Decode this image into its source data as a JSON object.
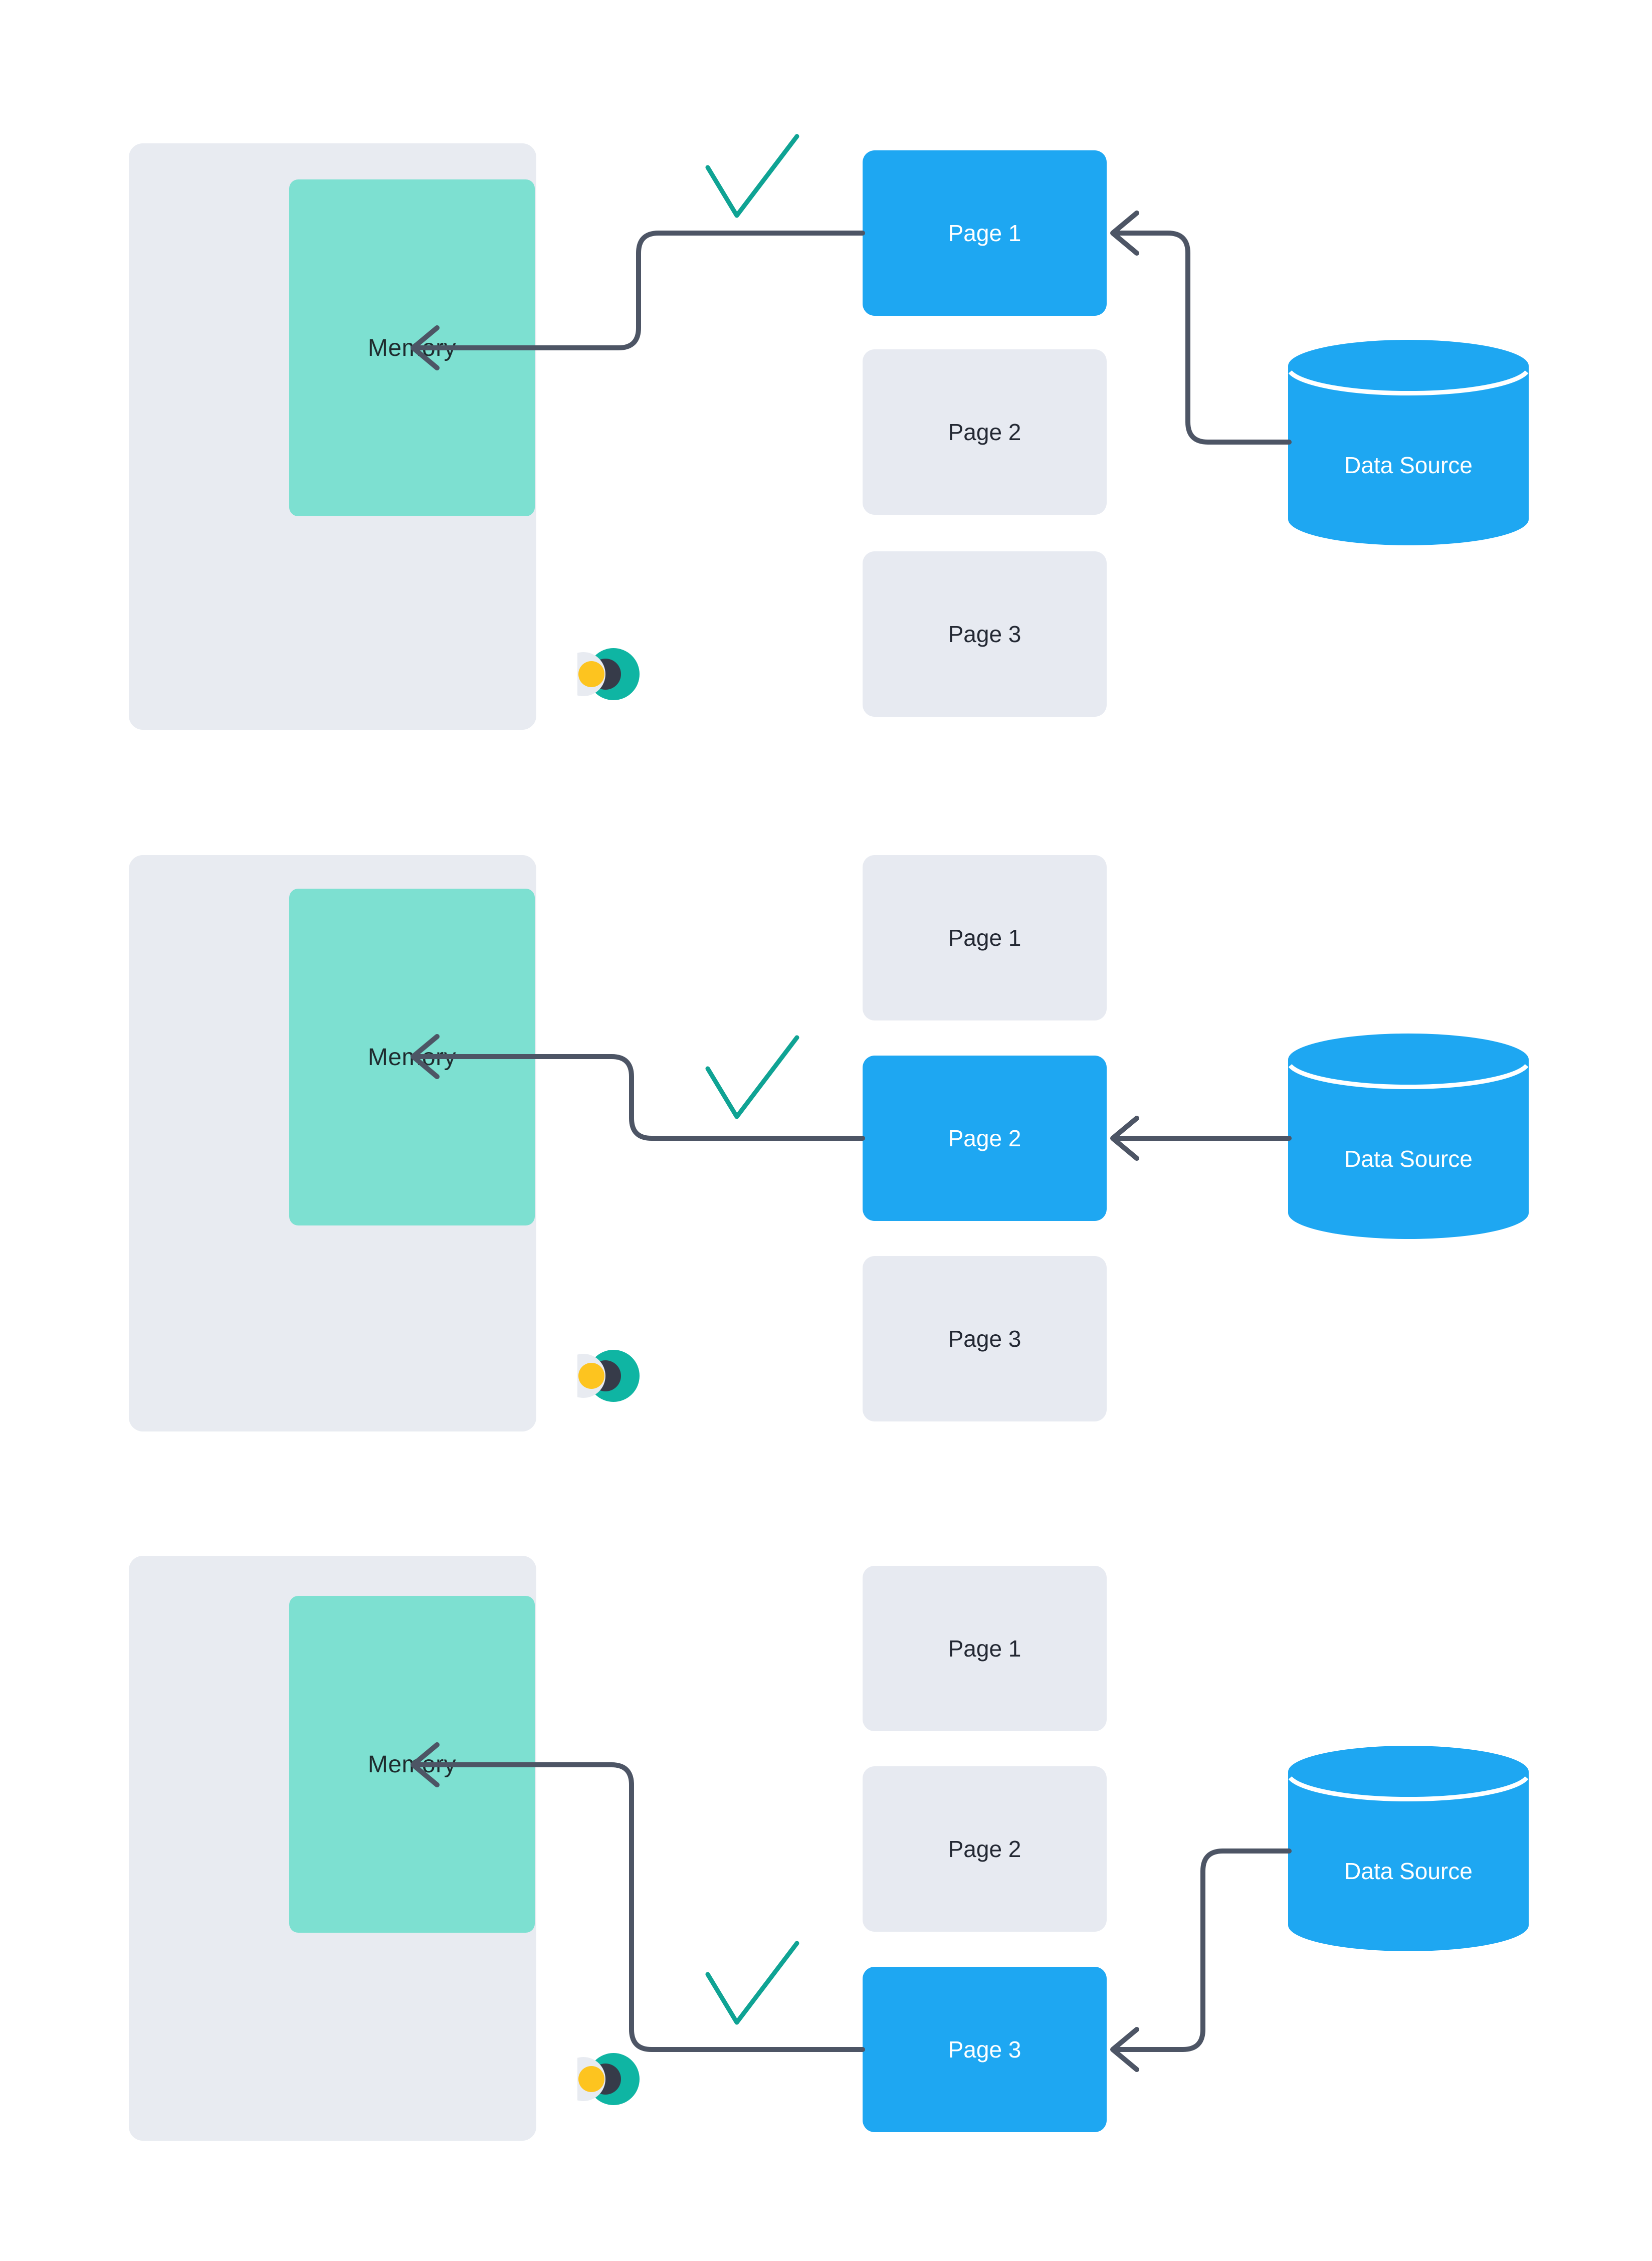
{
  "colors": {
    "background": "#FFFFFF",
    "panel_gray": "#E8EBF1",
    "page_gray": "#E7EAF1",
    "active_blue": "#1EA7F2",
    "memory_teal": "#7DE0D1",
    "checkmark_teal": "#0FA394",
    "connector_slate": "#4D5565",
    "logo_teal": "#0FB5A3",
    "logo_navy": "#363B49",
    "logo_yellow": "#FDC41F",
    "label_dark": "#232833",
    "label_white": "#FFFFFF"
  },
  "icons": {
    "logo": "crescent-moon-logo",
    "check": "checkmark",
    "arrowhead": "left-chevron-arrow",
    "datasource_shape": "database-cylinder"
  },
  "rows": [
    {
      "memory_label": "Memory",
      "datasource_label": "Data Source",
      "active_page": "Page 1",
      "pages": [
        {
          "label": "Page 1",
          "active": true
        },
        {
          "label": "Page 2",
          "active": false
        },
        {
          "label": "Page 3",
          "active": false
        }
      ]
    },
    {
      "memory_label": "Memory",
      "datasource_label": "Data Source",
      "active_page": "Page 2",
      "pages": [
        {
          "label": "Page 1",
          "active": false
        },
        {
          "label": "Page 2",
          "active": true
        },
        {
          "label": "Page 3",
          "active": false
        }
      ]
    },
    {
      "memory_label": "Memory",
      "datasource_label": "Data Source",
      "active_page": "Page 3",
      "pages": [
        {
          "label": "Page 1",
          "active": false
        },
        {
          "label": "Page 2",
          "active": false
        },
        {
          "label": "Page 3",
          "active": true
        }
      ]
    }
  ]
}
